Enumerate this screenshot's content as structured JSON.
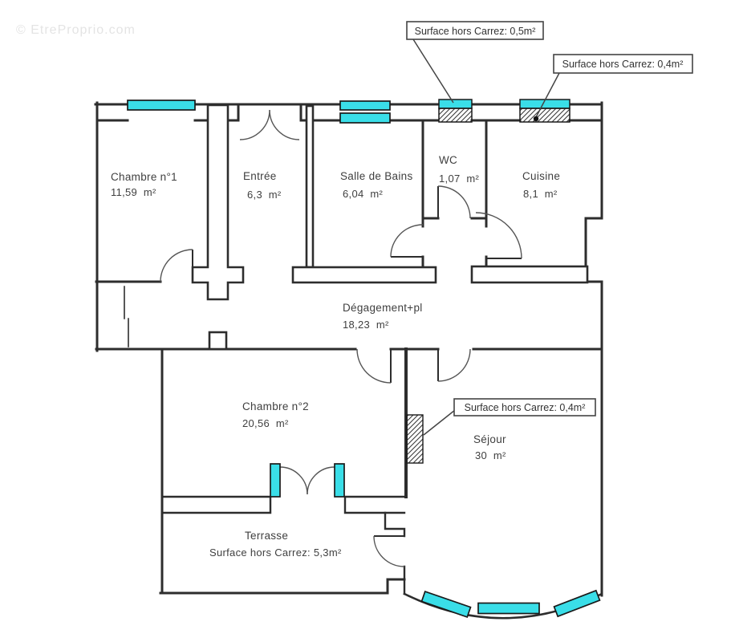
{
  "watermark": "© EtreProprio.com",
  "colors": {
    "wall": "#2d2d2d",
    "window_fill": "#3adee8",
    "arc": "#555555",
    "label": "#3f3f3f",
    "watermark": "#e4e4e4",
    "background": "#ffffff"
  },
  "rooms": {
    "chambre1": {
      "name": "Chambre n°1",
      "area": "11,59  m²"
    },
    "entree": {
      "name": "Entrée",
      "area": "6,3  m²"
    },
    "salledebains": {
      "name": "Salle de Bains",
      "area": "6,04  m²"
    },
    "wc": {
      "name": "WC",
      "area": "1,07  m²"
    },
    "cuisine": {
      "name": "Cuisine",
      "area": "8,1  m²"
    },
    "degagement": {
      "name": "Dégagement+pl",
      "area": "18,23  m²"
    },
    "chambre2": {
      "name": "Chambre n°2",
      "area": "20,56  m²"
    },
    "sejour": {
      "name": "Séjour",
      "area": "30  m²"
    },
    "terrasse": {
      "name": "Terrasse",
      "area": "Surface hors Carrez: 5,3m²"
    }
  },
  "annotations": {
    "top_wc": "Surface hors Carrez: 0,5m²",
    "top_cuisine": "Surface hors Carrez: 0,4m²",
    "sejour_wall": "Surface hors Carrez: 0,4m²"
  }
}
